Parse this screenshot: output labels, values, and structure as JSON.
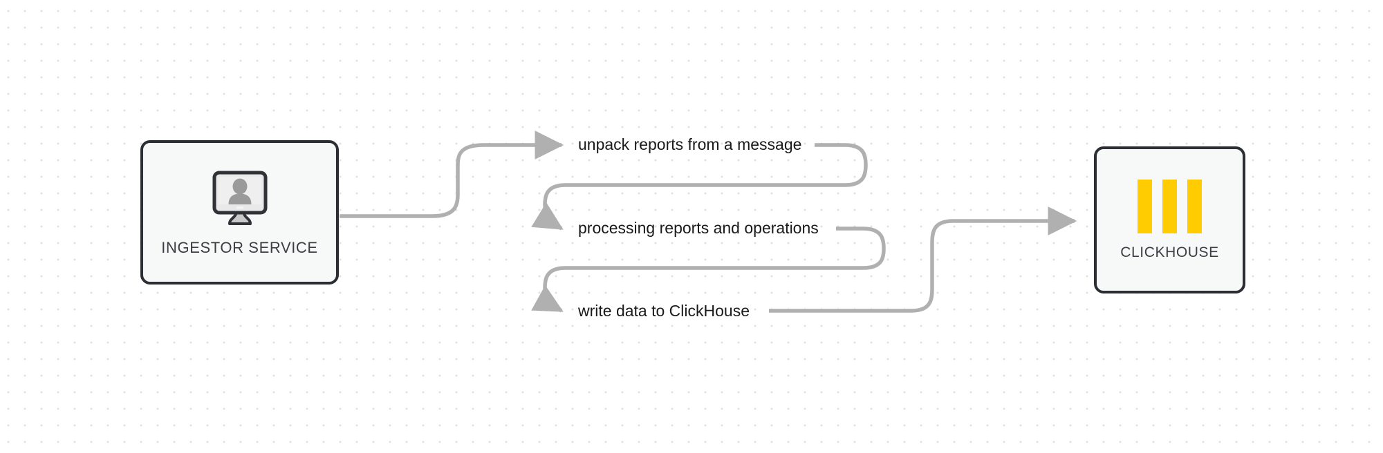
{
  "diagram": {
    "background": {
      "color": "#ffffff",
      "dot_color": "#e2e2e4",
      "dot_spacing": 24
    },
    "nodes": [
      {
        "id": "ingestor",
        "label": "INGESTOR SERVICE",
        "icon": "monitor-user-icon",
        "border_color": "#2b2f33",
        "fill_color": "#f7f8f8"
      },
      {
        "id": "clickhouse",
        "label": "CLICKHOUSE",
        "icon": "clickhouse-bars-icon",
        "accent_color": "#ffcc02",
        "border_color": "#2b2f33",
        "fill_color": "#f7f8f8"
      }
    ],
    "edges": [
      {
        "id": "edge-0",
        "label": "unpack reports from a message",
        "from": "ingestor",
        "color": "#b0b0b0"
      },
      {
        "id": "edge-1",
        "label": "processing reports and operations",
        "from": "ingestor",
        "color": "#b0b0b0"
      },
      {
        "id": "edge-2",
        "label": "write data to ClickHouse",
        "from": "ingestor",
        "to": "clickhouse",
        "color": "#b0b0b0"
      }
    ]
  }
}
